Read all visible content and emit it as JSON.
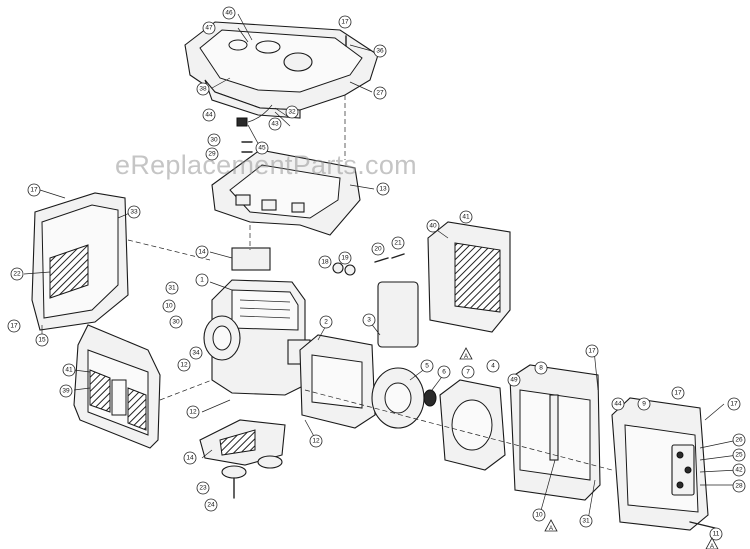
{
  "watermark": "eReplacementParts.com",
  "callouts": [
    {
      "id": "c46",
      "label": "46"
    },
    {
      "id": "c47",
      "label": "47"
    },
    {
      "id": "c17a",
      "label": "17"
    },
    {
      "id": "c36",
      "label": "36"
    },
    {
      "id": "c38",
      "label": "38"
    },
    {
      "id": "c27",
      "label": "27"
    },
    {
      "id": "c32",
      "label": "32"
    },
    {
      "id": "c44",
      "label": "44"
    },
    {
      "id": "c43",
      "label": "43"
    },
    {
      "id": "c45",
      "label": "45"
    },
    {
      "id": "c30",
      "label": "30"
    },
    {
      "id": "c29",
      "label": "29"
    },
    {
      "id": "c13",
      "label": "13"
    },
    {
      "id": "c17b",
      "label": "17"
    },
    {
      "id": "c33",
      "label": "33"
    },
    {
      "id": "c22",
      "label": "22"
    },
    {
      "id": "c17c",
      "label": "17"
    },
    {
      "id": "c15",
      "label": "15"
    },
    {
      "id": "c14a",
      "label": "14"
    },
    {
      "id": "c1",
      "label": "1"
    },
    {
      "id": "c31a",
      "label": "31"
    },
    {
      "id": "c10a",
      "label": "10"
    },
    {
      "id": "c30b",
      "label": "30"
    },
    {
      "id": "c18",
      "label": "18"
    },
    {
      "id": "c19",
      "label": "19"
    },
    {
      "id": "c20",
      "label": "20"
    },
    {
      "id": "c21",
      "label": "21"
    },
    {
      "id": "c40",
      "label": "40"
    },
    {
      "id": "c41a",
      "label": "41"
    },
    {
      "id": "c2",
      "label": "2"
    },
    {
      "id": "c3",
      "label": "3"
    },
    {
      "id": "c34",
      "label": "34"
    },
    {
      "id": "c12a",
      "label": "12"
    },
    {
      "id": "c41b",
      "label": "41"
    },
    {
      "id": "c39",
      "label": "39"
    },
    {
      "id": "c12b",
      "label": "12"
    },
    {
      "id": "c12c",
      "label": "12"
    },
    {
      "id": "c14b",
      "label": "14"
    },
    {
      "id": "c23",
      "label": "23"
    },
    {
      "id": "c24",
      "label": "24"
    },
    {
      "id": "c5",
      "label": "5"
    },
    {
      "id": "c6",
      "label": "6"
    },
    {
      "id": "c7",
      "label": "7"
    },
    {
      "id": "c4",
      "label": "4"
    },
    {
      "id": "c49",
      "label": "49"
    },
    {
      "id": "c8",
      "label": "8"
    },
    {
      "id": "c17d",
      "label": "17"
    },
    {
      "id": "c44b",
      "label": "44"
    },
    {
      "id": "c9",
      "label": "9"
    },
    {
      "id": "c17e",
      "label": "17"
    },
    {
      "id": "c17f",
      "label": "17"
    },
    {
      "id": "c26",
      "label": "26"
    },
    {
      "id": "c25",
      "label": "25"
    },
    {
      "id": "c42",
      "label": "42"
    },
    {
      "id": "c28",
      "label": "28"
    },
    {
      "id": "c10b",
      "label": "10"
    },
    {
      "id": "c31b",
      "label": "31"
    },
    {
      "id": "c11",
      "label": "11"
    }
  ],
  "markers": [
    {
      "id": "m1",
      "label": "A"
    },
    {
      "id": "m2",
      "label": "A"
    },
    {
      "id": "m3",
      "label": "A"
    }
  ]
}
